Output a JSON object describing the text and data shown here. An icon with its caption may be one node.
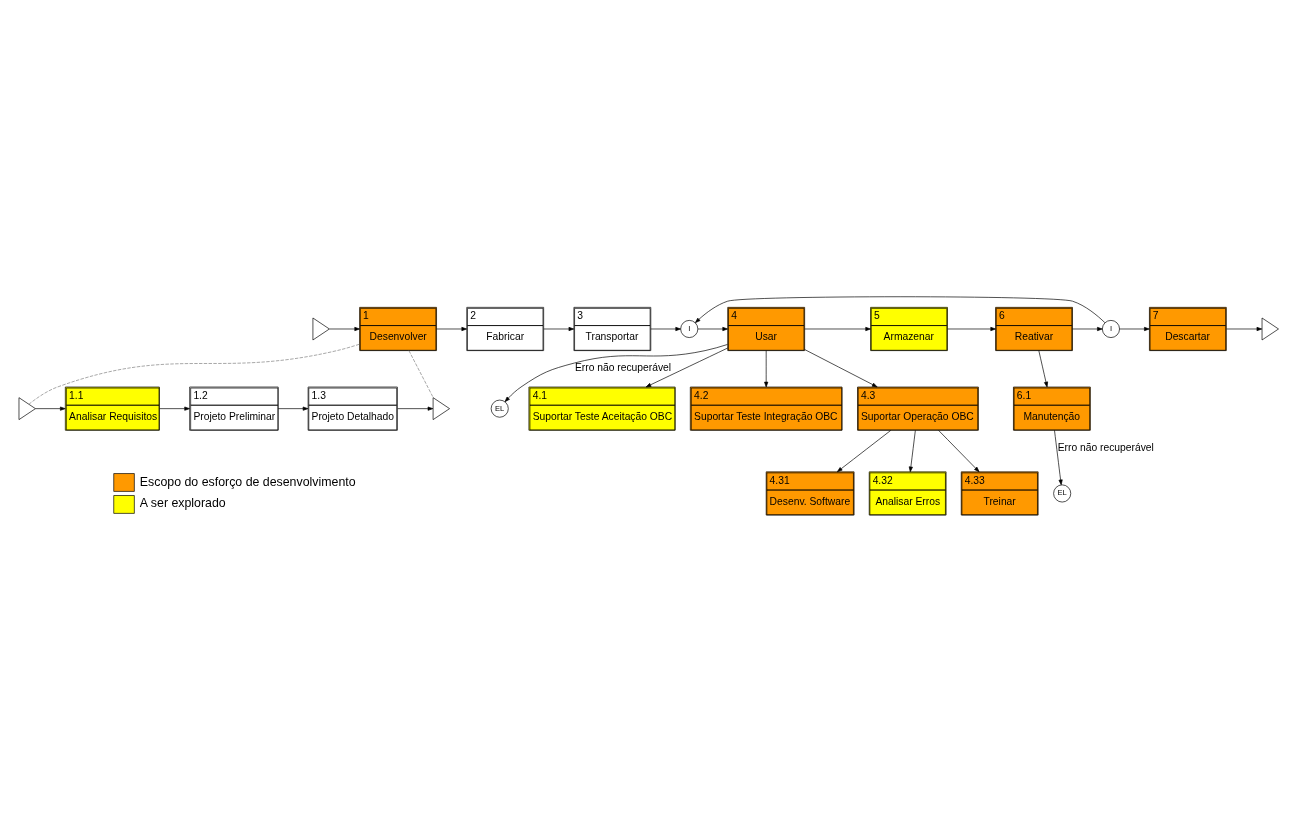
{
  "diagram": {
    "nodes": [
      {
        "text": [],
        "shape": "triangle"
      },
      {
        "text": [
          "1",
          "Desenvolver"
        ]
      },
      {
        "text": [
          "2",
          "Fabricar"
        ]
      },
      {
        "text": [
          "3",
          "Transportar"
        ]
      },
      {
        "text": [
          "I"
        ]
      },
      {
        "text": [
          "4",
          "Usar"
        ]
      },
      {
        "text": [
          "5",
          "Armazenar"
        ]
      },
      {
        "text": [
          "6",
          "Reativar"
        ]
      },
      {
        "text": [
          "I"
        ]
      },
      {
        "text": [
          "7",
          "Descartar"
        ]
      },
      {
        "text": [],
        "shape": "triangle"
      },
      {
        "text": [
          "EL"
        ]
      },
      {
        "text": [
          "4.1",
          "Suportar Teste Aceitação OBC"
        ]
      },
      {
        "text": [
          "6.1",
          "Manutenção"
        ]
      },
      {
        "text": [
          "4.2",
          "Suportar Teste Integração OBC"
        ]
      },
      {
        "text": [
          "EL"
        ]
      },
      {
        "text": [
          "4.3",
          "Suportar Operação OBC"
        ]
      },
      {
        "text": [
          "4.31",
          "Desenv. Software"
        ]
      },
      {
        "text": [
          "4.32",
          "Analisar Erros"
        ]
      },
      {
        "text": [
          "4.33",
          "Treinar"
        ]
      },
      {
        "text": [],
        "shape": "triangle"
      },
      {
        "text": [
          "1.1",
          "Analisar Requisitos"
        ]
      },
      {
        "text": [
          "1.2",
          "Projeto Preliminar"
        ]
      },
      {
        "text": [
          "1.3",
          "Projeto Detalhado"
        ]
      },
      {
        "text": [],
        "shape": "triangle"
      }
    ],
    "edges": [
      {
        "from": 0,
        "to": 1,
        "arrow": "to"
      },
      {
        "from": 1,
        "to": 2,
        "arrow": "to"
      },
      {
        "from": 2,
        "to": 3,
        "arrow": "to"
      },
      {
        "from": 3,
        "to": 4,
        "arrow": "to"
      },
      {
        "from": 4,
        "to": 5,
        "arrow": "to"
      },
      {
        "from": 5,
        "to": 6,
        "arrow": "to"
      },
      {
        "from": 6,
        "to": 7,
        "arrow": "to"
      },
      {
        "from": 7,
        "to": 8,
        "arrow": "to"
      },
      {
        "from": 8,
        "to": 9,
        "arrow": "to"
      },
      {
        "from": 9,
        "to": 10,
        "arrow": "to"
      },
      {
        "from": 5,
        "to": 11,
        "arrow": "to",
        "label": "Erro não recuperável"
      },
      {
        "from": 8,
        "to": 4,
        "arrow": "to"
      },
      {
        "from": 5,
        "to": 12,
        "arrow": "to"
      },
      {
        "from": 5,
        "to": 14,
        "arrow": "to"
      },
      {
        "from": 5,
        "to": 16,
        "arrow": "to"
      },
      {
        "from": 7,
        "to": 13,
        "arrow": "to"
      },
      {
        "from": 13,
        "to": 15,
        "arrow": "to",
        "label": "Erro não recuperável"
      },
      {
        "from": 16,
        "to": 17,
        "arrow": "to"
      },
      {
        "from": 16,
        "to": 18,
        "arrow": "to"
      },
      {
        "from": 16,
        "to": 19,
        "arrow": "to"
      },
      {
        "from": 20,
        "to": 21,
        "arrow": "to"
      },
      {
        "from": 21,
        "to": 22,
        "arrow": "to"
      },
      {
        "from": 22,
        "to": 23,
        "arrow": "to"
      },
      {
        "from": 23,
        "to": 24,
        "arrow": "to"
      },
      {
        "from": 1,
        "to": 20,
        "arrow": "none",
        "style": "dashed",
        "color": "#808080"
      },
      {
        "from": 1,
        "to": 24,
        "arrow": "none",
        "style": "dashed",
        "color": "#808080"
      }
    ],
    "legend": [
      {
        "text": "Escopo do esforço de desenvolvimento",
        "color": "#ff9900"
      },
      {
        "text": "A ser explorado",
        "color": "#ffff00"
      }
    ]
  }
}
